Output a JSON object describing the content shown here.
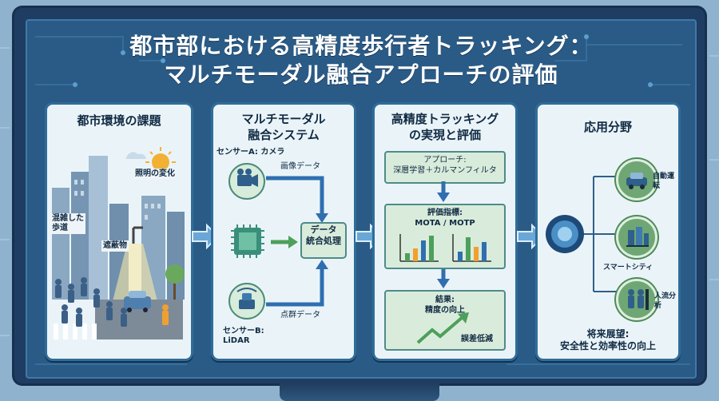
{
  "title": {
    "line1": "都市部における高精度歩行者トラッキング：",
    "line2": "マルチモーダル融合アプローチの評価"
  },
  "panel1": {
    "heading": "都市環境の課題",
    "label_lighting": "照明の変化",
    "label_crowd": "混雑した\n歩道",
    "label_occlusion": "遮蔽物"
  },
  "panel2": {
    "heading": "マルチモーダル\n融合システム",
    "sensor_a": "センサーA: カメラ",
    "image_data": "画像データ",
    "fusion": "データ\n統合処理",
    "point_cloud": "点群データ",
    "sensor_b": "センサーB:\nLiDAR"
  },
  "panel3": {
    "heading": "高精度トラッキング\nの実現と評価",
    "approach": "アプローチ:\n深層学習＋カルマンフィルタ",
    "metrics": "評価指標:\nMOTA / MOTP",
    "result": "結果:\n精度の向上",
    "error": "誤差低減"
  },
  "panel4": {
    "heading": "応用分野",
    "app1": "自動運転",
    "app2": "スマートシティ",
    "app3": "人流分析",
    "future": "将来展望:\n安全性と効率性の向上"
  }
}
